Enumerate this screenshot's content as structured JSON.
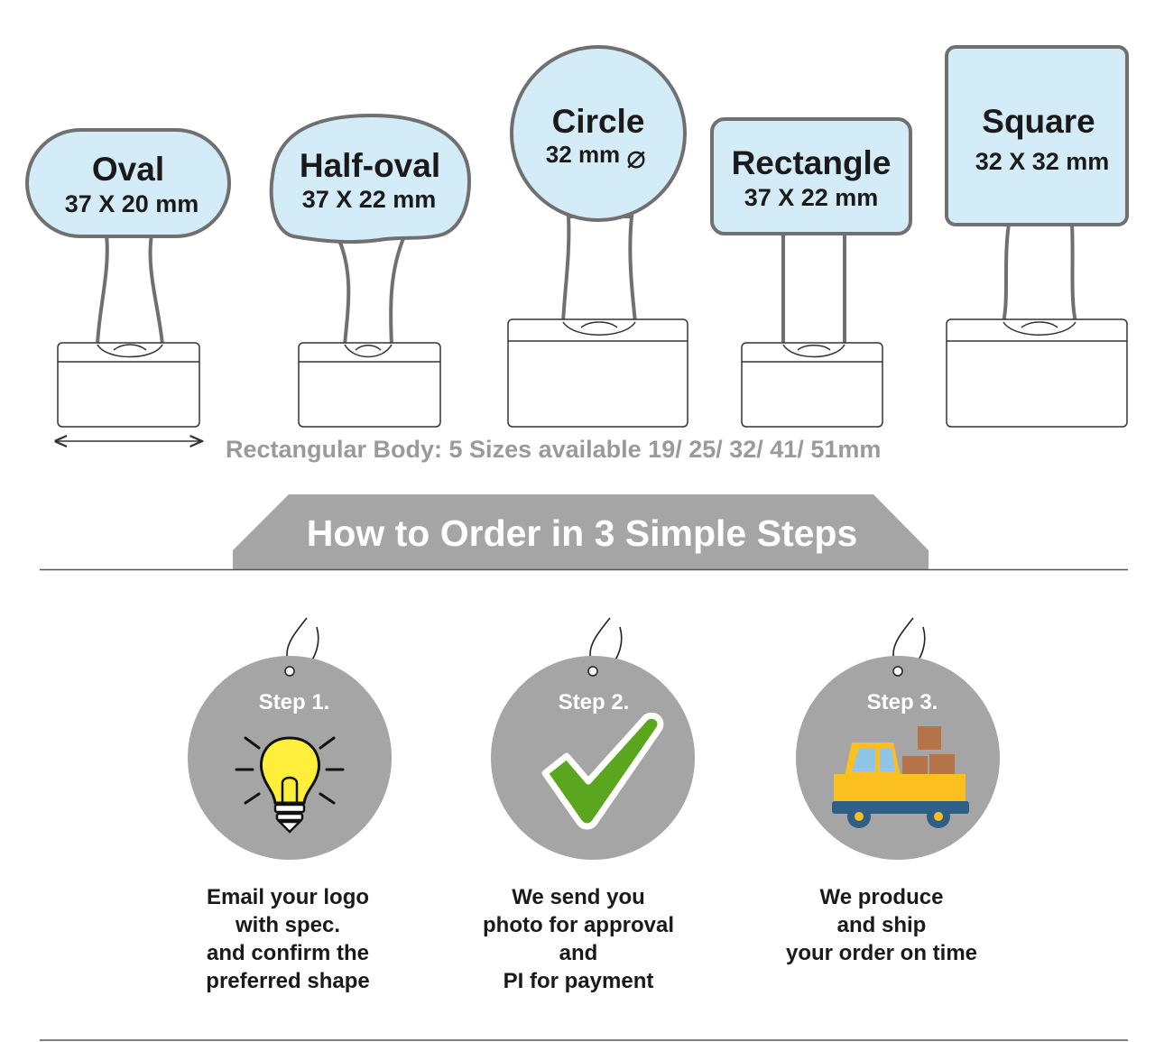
{
  "shapes": [
    {
      "name": "Oval",
      "size": "37 X 20 mm"
    },
    {
      "name": "Half-oval",
      "size": "37 X 22 mm"
    },
    {
      "name": "Circle",
      "size": "32 mm",
      "size_symbol": "⌀"
    },
    {
      "name": "Rectangle",
      "size": "37 X 22 mm"
    },
    {
      "name": "Square",
      "size": "32 X 32 mm"
    }
  ],
  "body_note": "Rectangular Body: 5 Sizes available 19/ 25/ 32/ 41/ 51mm",
  "banner": {
    "title": "How to Order in 3 Simple Steps"
  },
  "steps": [
    {
      "label": "Step 1.",
      "icon": "lightbulb-icon",
      "lines": [
        "Email your logo",
        "with spec.",
        "and confirm the",
        "preferred shape"
      ]
    },
    {
      "label": "Step 2.",
      "icon": "checkmark-icon",
      "lines": [
        "We send you",
        "photo for approval",
        "and",
        "PI for payment"
      ]
    },
    {
      "label": "Step 3.",
      "icon": "delivery-truck-icon",
      "lines": [
        "We produce",
        "and ship",
        "your order on time"
      ]
    }
  ],
  "colors": {
    "head_fill": "#d4ebf8",
    "outline": "#707070",
    "banner": "#a5a5a5",
    "step_circle": "#a5a5a5",
    "check_green": "#5aa61f",
    "bulb_yellow": "#ffef3a",
    "truck_yellow": "#fbbf1f",
    "truck_blue": "#2f5f86"
  }
}
